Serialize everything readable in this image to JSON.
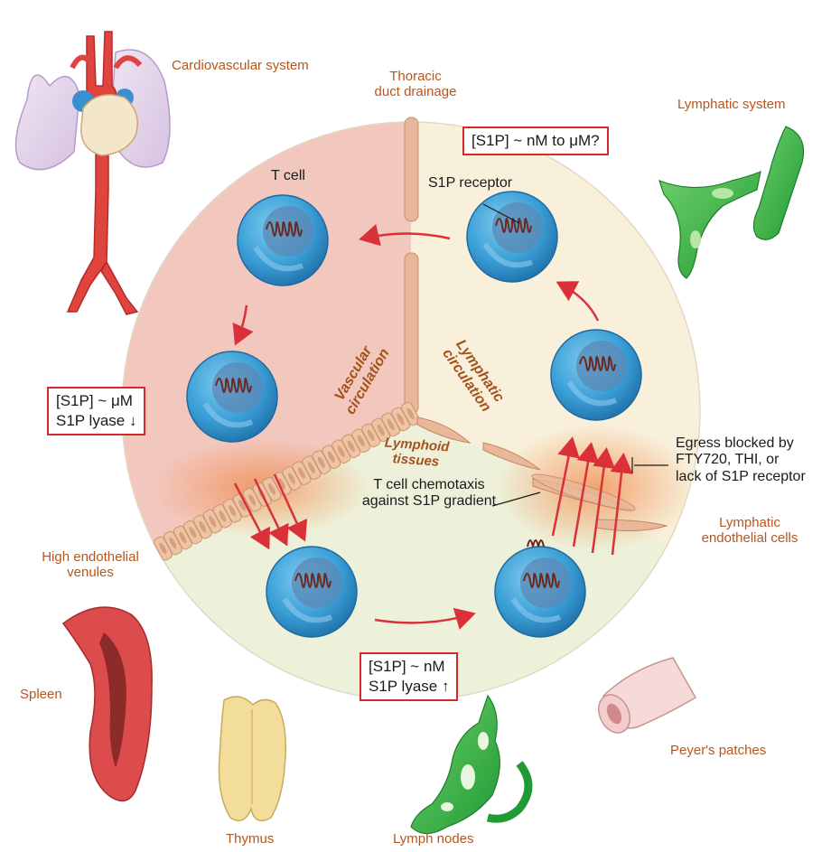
{
  "organs": {
    "cardiovascular": "Cardiovascular system",
    "thoracic_duct": [
      "Thoracic",
      "duct drainage"
    ],
    "lymphatic_system": "Lymphatic system",
    "hev": [
      "High endothelial",
      "venules"
    ],
    "spleen": "Spleen",
    "thymus": "Thymus",
    "lymph_nodes": "Lymph nodes",
    "peyers": "Peyer's patches",
    "lymphatic_endothelial": [
      "Lymphatic",
      "endothelial cells"
    ]
  },
  "labels": {
    "t_cell": "T cell",
    "s1p_receptor": "S1P receptor",
    "chemotaxis": [
      "T cell chemotaxis",
      "against S1P gradient"
    ],
    "egress": [
      "Egress blocked by",
      "FTY720, THI, or",
      "lack of S1P receptor"
    ]
  },
  "compartments": {
    "vascular": [
      "Vascular",
      "circulation"
    ],
    "lymphatic": [
      "Lymphatic",
      "circulation"
    ],
    "lymphoid": [
      "Lymphoid",
      "tissues"
    ]
  },
  "boxes": {
    "lymph": "[S1P] ~ nM to μM?",
    "blood": [
      "[S1P] ~ μM",
      "S1P lyase ↓"
    ],
    "tissue": [
      "[S1P] ~ nM",
      "S1P lyase ↑"
    ]
  },
  "colors": {
    "vascular_fill": "#f2c7bd",
    "lymphatic_fill": "#f8f0da",
    "lymphoid_fill": "#eef1d9",
    "cell_blue": "#3a9fd6",
    "arrow_red": "#d9303a",
    "box_border": "#d42a2a",
    "label_brown": "#b5561f"
  }
}
